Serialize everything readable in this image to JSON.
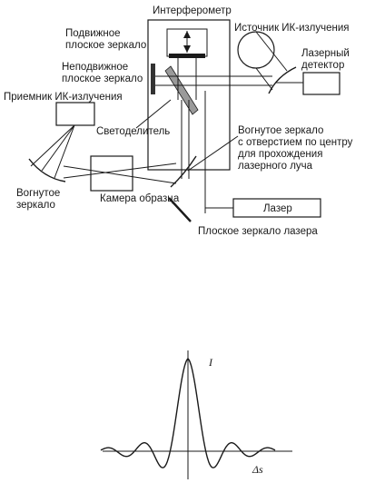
{
  "diagram": {
    "labels": {
      "interferometer": "Интерферометр",
      "movable_mirror_1": "Подвижное",
      "movable_mirror_2": "плоское зеркало",
      "fixed_mirror_1": "Неподвижное",
      "fixed_mirror_2": "плоское зеркало",
      "ir_source": "Источник ИК-излучения",
      "laser_detector_1": "Лазерный",
      "laser_detector_2": "детектор",
      "ir_receiver": "Приемник ИК-излучения",
      "beamsplitter": "Светоделитель",
      "concave_hole_1": "Вогнутое зеркало",
      "concave_hole_2": "с отверстием по центру",
      "concave_hole_3": "для прохождения",
      "concave_hole_4": "лазерного луча",
      "concave_mirror_1": "Вогнутое",
      "concave_mirror_2": "зеркало",
      "sample_chamber": "Камера образца",
      "laser": "Лазер",
      "laser_flat_mirror": "Плоское зеркало лазера"
    }
  },
  "interferogram": {
    "y_label": "I",
    "x_label": "Δs"
  }
}
